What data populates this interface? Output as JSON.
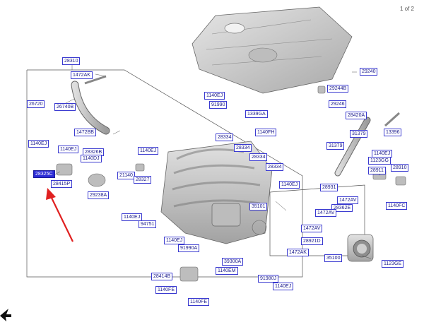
{
  "page_indicator": "1 of 2",
  "colors": {
    "label_border": "#3a3ad0",
    "label_text": "#1a1a8c",
    "selected_fill": "#2b2bd6",
    "arrow": "#e02020"
  },
  "labels": {
    "l28310": "28310",
    "l1472AK_top": "1472AK",
    "l26720": "26720",
    "l26740B": "26740B",
    "l1472BB": "1472BB",
    "l1140EJ_a": "1140EJ",
    "l1140EJ_b": "1140EJ",
    "l28326B": "28326B",
    "l1140DJ": "1140DJ",
    "l1140EJ_c": "1140EJ",
    "l28325C": "28325C",
    "l28415P": "28415P",
    "l21140": "21140",
    "l28327": "28327",
    "l29238A": "29238A",
    "l1140EJ_d": "1140EJ",
    "l94751": "94751",
    "l1140EJ_e": "1140EJ",
    "l91990A": "91990A",
    "l39300A": "39300A",
    "l1140EM": "1140EM",
    "l28414B": "28414B",
    "l1140FE_a": "1140FE",
    "l1140FE_b": "1140FE",
    "l91980J": "91980J",
    "l1140EJ_f": "1140EJ",
    "l1140EJ_g": "1140EJ",
    "l91990": "91990",
    "l28334_a": "28334",
    "l28334_b": "28334",
    "l28334_c": "28334",
    "l28334_d": "28334",
    "l1339GA": "1339GA",
    "l1140FH": "1140FH",
    "l1140EJ_h": "1140EJ",
    "l35101": "35101",
    "l29240": "29240",
    "l29244B": "29244B",
    "l29246": "29246",
    "l28420A": "28420A",
    "l31379_a": "31379",
    "l31379_b": "31379",
    "l13396": "13396",
    "l1140EJ_i": "1140EJ",
    "l1123GG": "1123GG",
    "l28911": "28911",
    "l28910": "28910",
    "l28931": "28931",
    "l1140FC": "1140FC",
    "l1472AV_a": "1472AV",
    "l28362E": "28362E",
    "l1472AV_b": "1472AV",
    "l1472AV_c": "1472AV",
    "l28921D": "28921D",
    "l1472AK_b": "1472AK",
    "l35100": "35100",
    "l1123GE": "1123GE"
  }
}
